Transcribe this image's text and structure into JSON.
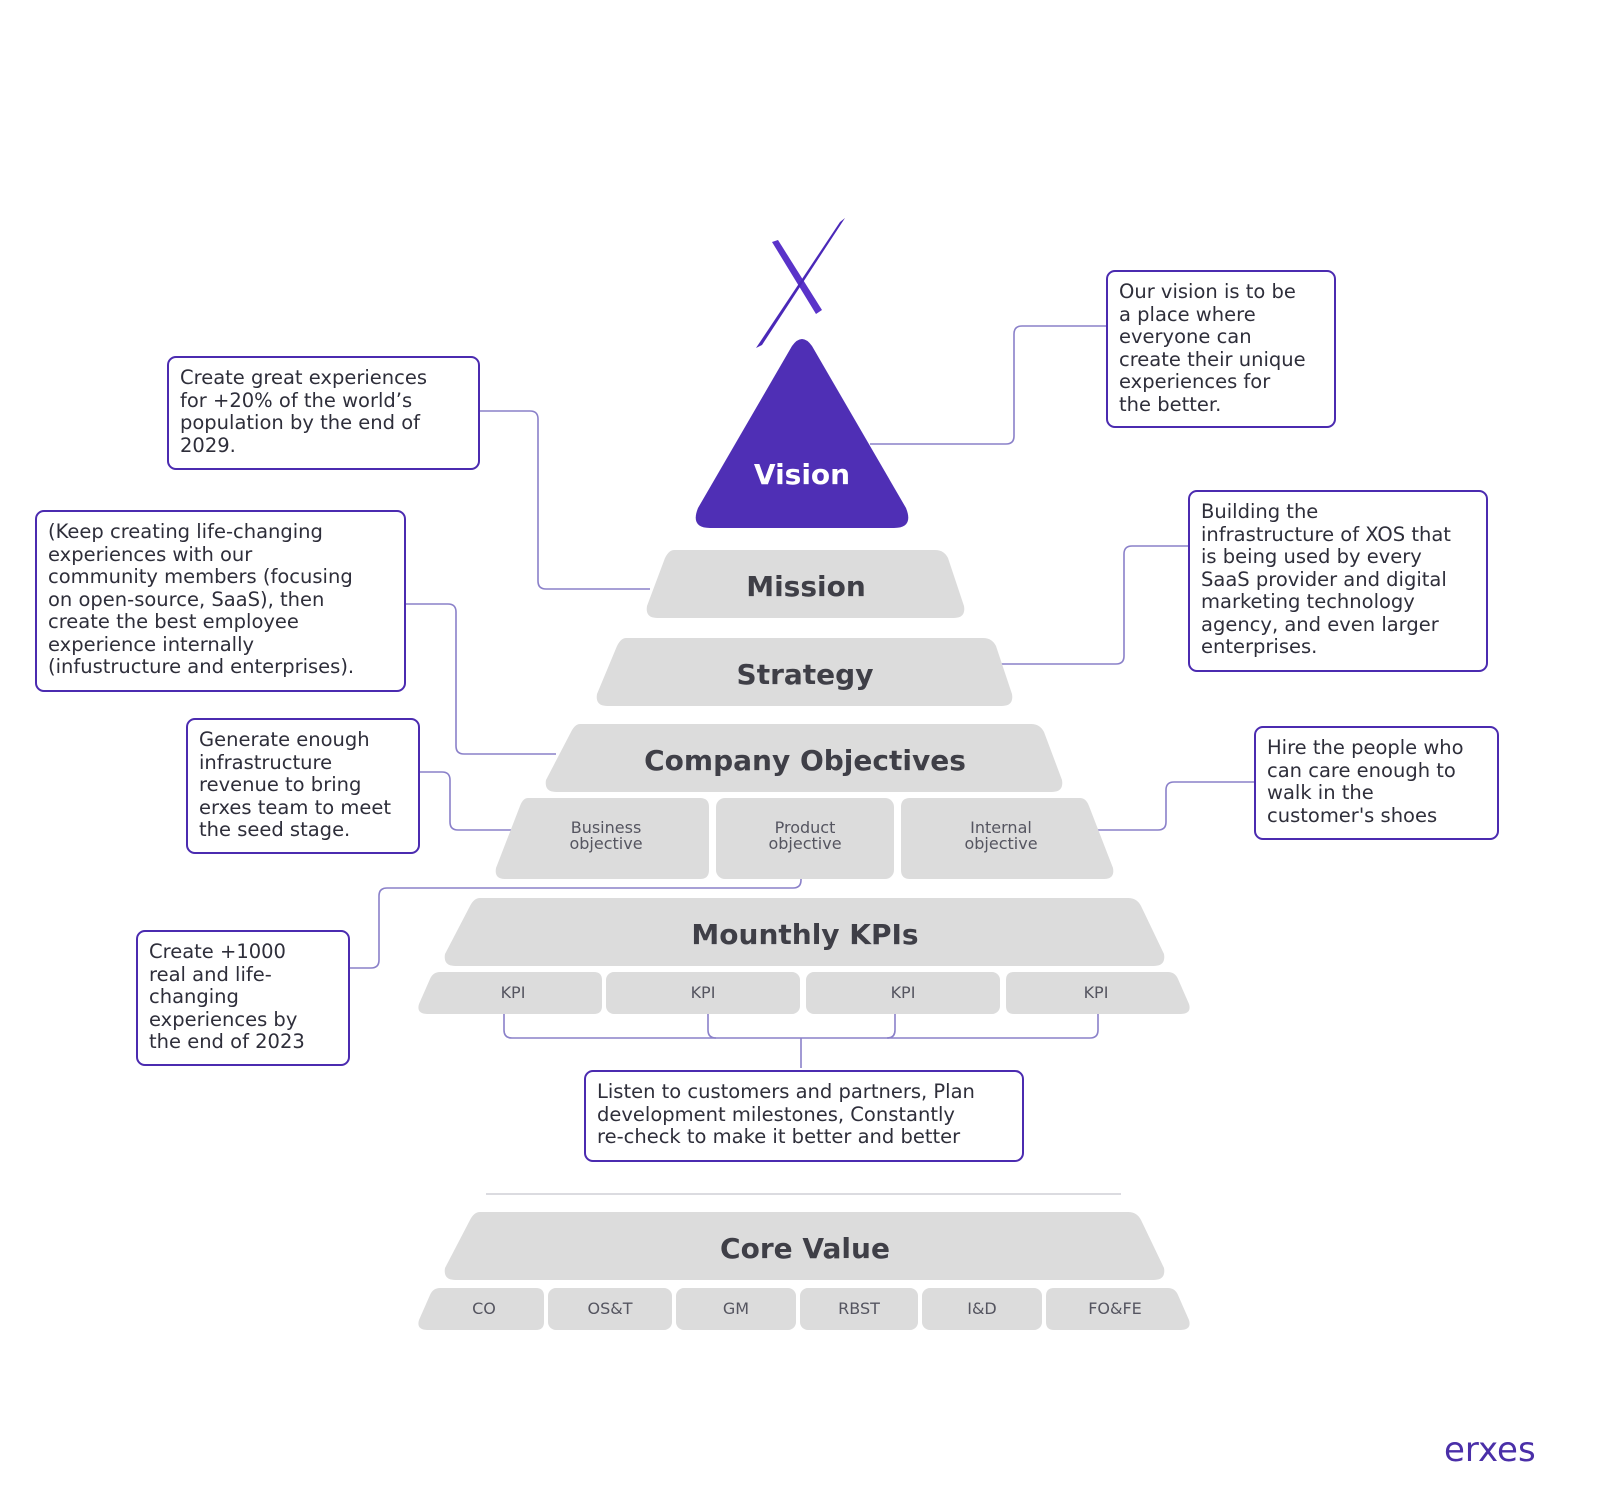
{
  "vision_label": "Vision",
  "mission_label": "Mission",
  "strategy_label": "Strategy",
  "objectives": {
    "title": "Company Objectives",
    "items": [
      "Business\nobjective",
      "Product\nobjective",
      "Internal\nobjective"
    ]
  },
  "kpis": {
    "title": "Mounthly KPIs",
    "items": [
      "KPI",
      "KPI",
      "KPI",
      "KPI"
    ]
  },
  "core_value": {
    "title": "Core Value",
    "items": [
      "CO",
      "OS&T",
      "GM",
      "RBST",
      "I&D",
      "FO&FE"
    ]
  },
  "notes": {
    "vision": "Our vision is to be\na place where\neveryone can\ncreate their unique\nexperiences for\nthe better.",
    "mission": "Create great experiences\nfor +20% of the world’s\npopulation by the end of\n2029.",
    "strategy": "Building the\ninfrastructure of XOS that\nis being used by every\nSaaS provider and digital\nmarketing technology\nagency, and even larger\nenterprises.",
    "company_objectives": "(Keep creating life-changing\nexperiences with our\ncommunity members (focusing\non open-source, SaaS), then\ncreate the best employee\nexperience internally\n(infustructure and enterprises).",
    "business_objective": "Generate enough\ninfrastructure\nrevenue to bring\nerxes team to meet\nthe seed stage.",
    "internal_objective": "Hire the people who\ncan care enough to\nwalk in the\ncustomer's shoes",
    "product_objective": "Create +1000\nreal and life-\nchanging\nexperiences by\nthe end of 2023",
    "kpis": "Listen to customers and partners, Plan\ndevelopment milestones, Constantly\nre-check to make it better and better"
  },
  "logo_text": "erxes",
  "colors": {
    "accent": "#4f2fb5",
    "tier_gray": "#dcdcdc",
    "line": "#7c6fc7",
    "text": "#2e2e3a"
  }
}
